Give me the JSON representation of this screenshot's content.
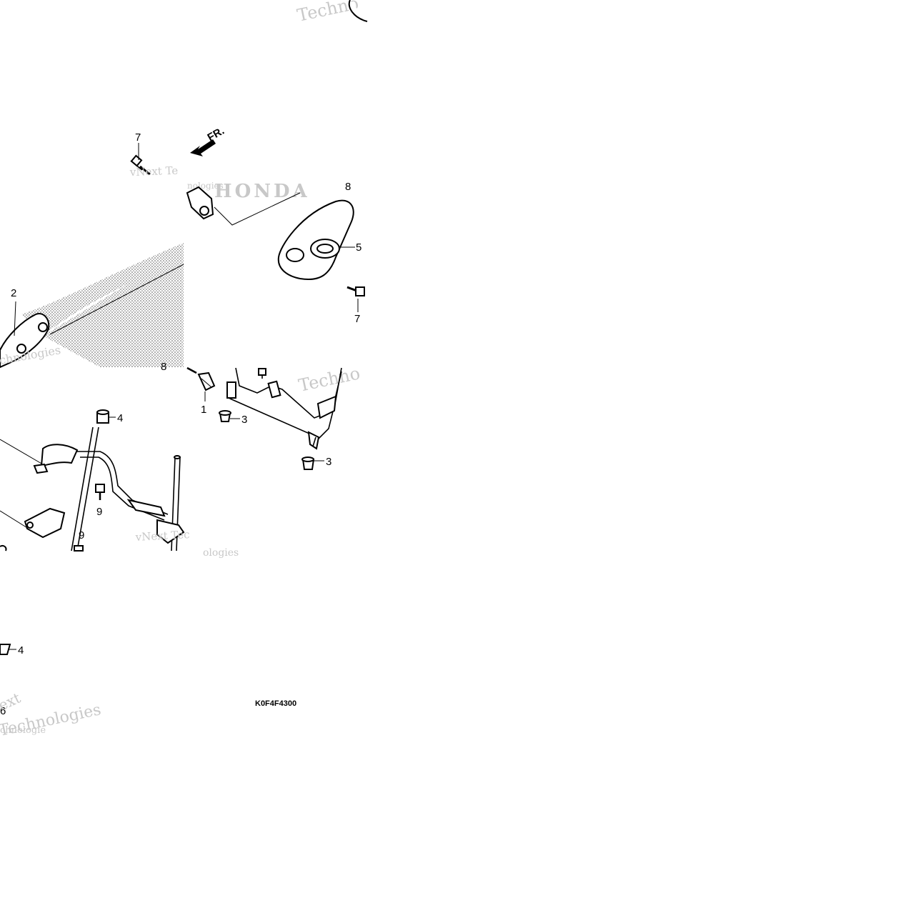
{
  "callouts": {
    "c7_top": "7",
    "c7_right": "7",
    "c2": "2",
    "c5": "5",
    "c8_top": "8",
    "c8_mid": "8",
    "c1": "1",
    "c3_upper": "3",
    "c3_lower": "3",
    "c4_upper": "4",
    "c4_lower": "4",
    "c9_upper": "9",
    "c9_lower": "9",
    "c6": "6"
  },
  "front_arrow_label": "FR.",
  "diagram_code": "K0F4F4300",
  "watermarks": {
    "w1": "Techno",
    "w2": "vNext Te",
    "w3": "nologies",
    "w4": "Techno",
    "w5": "vNext Tec",
    "w6": "ologies",
    "w7": "chnologies",
    "w8": "ext",
    "w9": "Technologies",
    "w10": "chnologie"
  },
  "stamp_text": "HONDA"
}
